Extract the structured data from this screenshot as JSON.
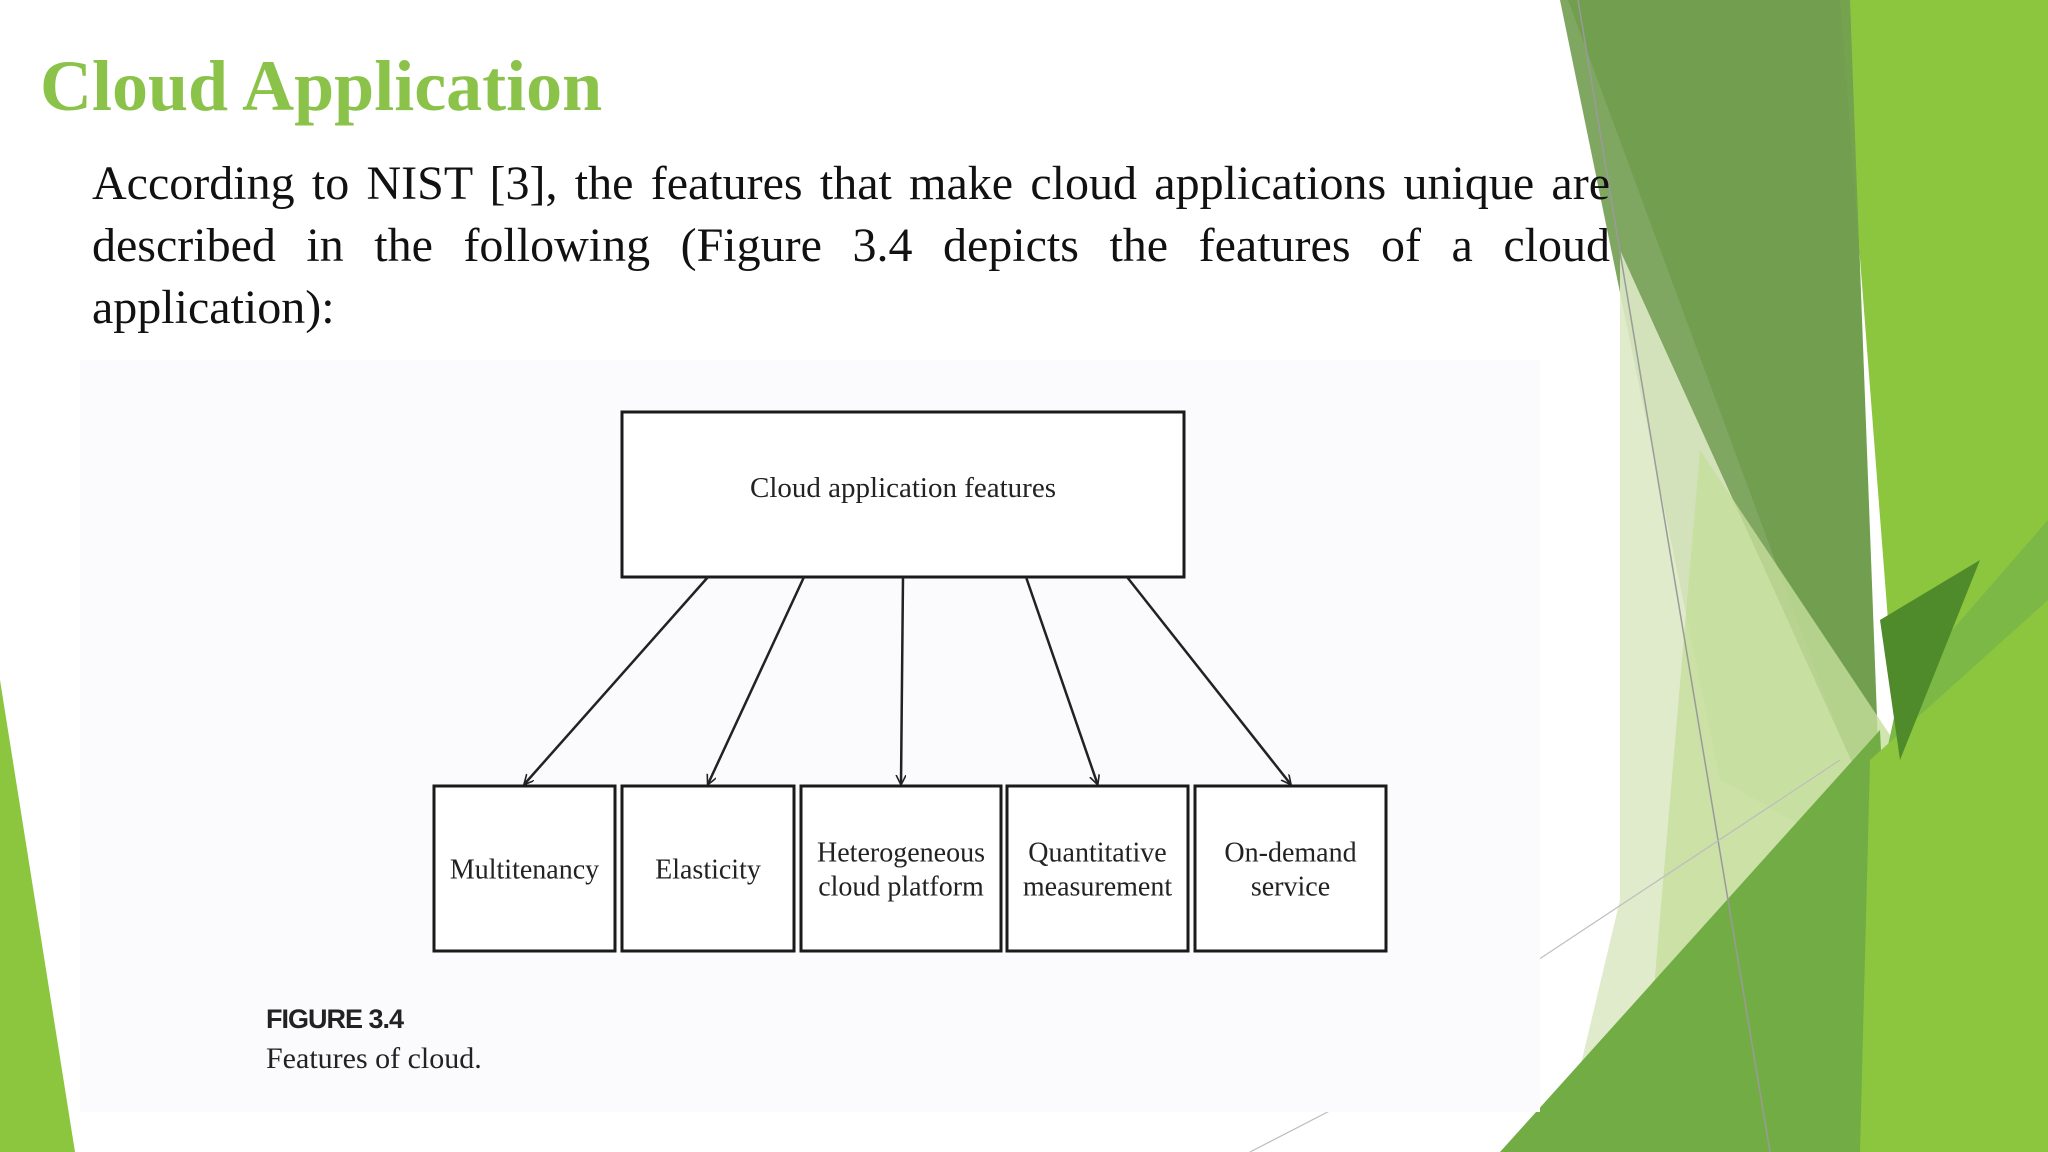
{
  "slide": {
    "title": "Cloud Application",
    "intro": "According to NIST [3], the features that make cloud applications unique are described in the following (Figure 3.4 depicts the features of a cloud application):"
  },
  "figure": {
    "root": "Cloud application features",
    "features": [
      {
        "lines": [
          "Multitenancy"
        ]
      },
      {
        "lines": [
          "Elasticity"
        ]
      },
      {
        "lines": [
          "Heterogeneous",
          "cloud platform"
        ]
      },
      {
        "lines": [
          "Quantitative",
          "measurement"
        ]
      },
      {
        "lines": [
          "On-demand",
          "service"
        ]
      }
    ],
    "caption_label": "FIGURE 3.4",
    "caption_text": "Features of cloud."
  },
  "theme": {
    "title_color": "#8bc34a",
    "green_light": "#9ccc3d",
    "green_mid": "#72ac45",
    "green_dark": "#5f9441",
    "green_pale": "#dbe9c4"
  }
}
